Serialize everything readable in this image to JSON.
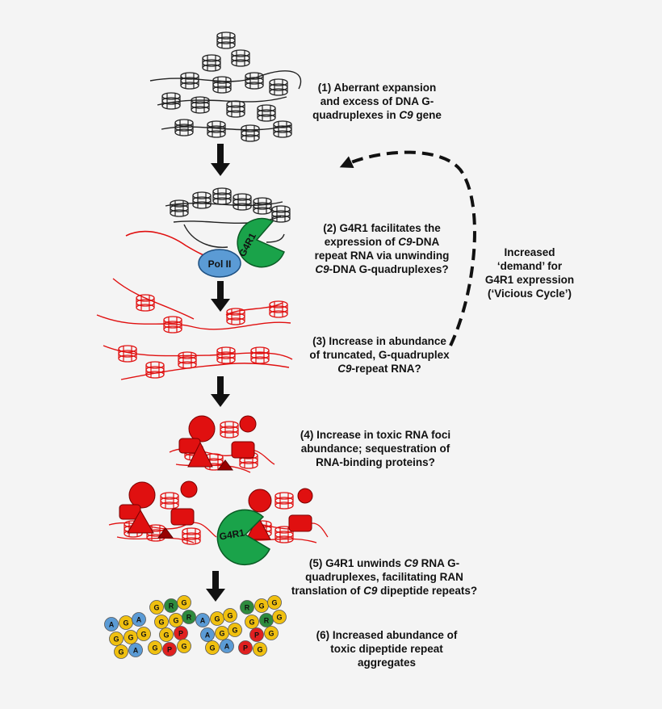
{
  "steps": [
    {
      "lines": [
        [
          "(1) Aberrant expansion"
        ],
        [
          "and excess of DNA G-"
        ],
        [
          "quadruplexes in ",
          {
            "i": "C9"
          },
          " gene"
        ]
      ]
    },
    {
      "lines": [
        [
          "(2) G4R1 facilitates the"
        ],
        [
          "expression of ",
          {
            "i": "C9"
          },
          "-DNA"
        ],
        [
          "repeat RNA via unwinding"
        ],
        [
          {
            "i": "C9"
          },
          "-DNA G-quadruplexes?"
        ]
      ]
    },
    {
      "lines": [
        [
          "(3) Increase in abundance"
        ],
        [
          "of truncated, G-quadruplex"
        ],
        [
          {
            "i": "C9"
          },
          "-repeat RNA?"
        ]
      ]
    },
    {
      "lines": [
        [
          "(4) Increase in toxic RNA foci"
        ],
        [
          "abundance; sequestration of"
        ],
        [
          "RNA-binding proteins?"
        ]
      ]
    },
    {
      "lines": [
        [
          "(5) G4R1 unwinds ",
          {
            "i": "C9"
          },
          " RNA G-"
        ],
        [
          "quadruplexes, facilitating RAN"
        ],
        [
          "translation of ",
          {
            "i": "C9"
          },
          " dipeptide repeats?"
        ]
      ]
    },
    {
      "lines": [
        [
          "(6) Increased  abundance of"
        ],
        [
          "toxic dipeptide repeat"
        ],
        [
          "aggregates"
        ]
      ]
    }
  ],
  "loop_label": {
    "lines": [
      [
        "Increased"
      ],
      [
        "‘demand’ for"
      ],
      [
        "G4R1 expression"
      ],
      [
        "(‘Vicious Cycle’)"
      ]
    ]
  },
  "proteins": {
    "pol2": "Pol II",
    "g4r1_top": "G4R1",
    "g4r1_bottom": "G4R1"
  },
  "dipeptide_groups": [
    [
      [
        "A",
        "#5b9bd5"
      ],
      [
        "G",
        "#f0c010"
      ],
      [
        "A",
        "#5b9bd5"
      ],
      [
        "G",
        "#f0c010"
      ],
      [
        "G",
        "#f0c010"
      ],
      [
        "G",
        "#f0c010"
      ],
      [
        "G",
        "#f0c010"
      ],
      [
        "A",
        "#5b9bd5"
      ]
    ],
    [
      [
        "G",
        "#f0c010"
      ],
      [
        "R",
        "#2e8b3e"
      ],
      [
        "G",
        "#f0c010"
      ],
      [
        "G",
        "#f0c010"
      ],
      [
        "G",
        "#f0c010"
      ],
      [
        "R",
        "#2e8b3e"
      ],
      [
        "G",
        "#f0c010"
      ],
      [
        "P",
        "#e02020"
      ],
      [
        "G",
        "#f0c010"
      ],
      [
        "P",
        "#e02020"
      ],
      [
        "G",
        "#f0c010"
      ]
    ],
    [
      [
        "A",
        "#5b9bd5"
      ],
      [
        "G",
        "#f0c010"
      ],
      [
        "G",
        "#f0c010"
      ],
      [
        "A",
        "#5b9bd5"
      ],
      [
        "G",
        "#f0c010"
      ],
      [
        "G",
        "#f0c010"
      ],
      [
        "G",
        "#f0c010"
      ],
      [
        "A",
        "#5b9bd5"
      ]
    ],
    [
      [
        "R",
        "#2e8b3e"
      ],
      [
        "G",
        "#f0c010"
      ],
      [
        "G",
        "#f0c010"
      ],
      [
        "G",
        "#f0c010"
      ],
      [
        "R",
        "#2e8b3e"
      ],
      [
        "G",
        "#f0c010"
      ],
      [
        "P",
        "#e02020"
      ],
      [
        "G",
        "#f0c010"
      ],
      [
        "P",
        "#e02020"
      ],
      [
        "G",
        "#f0c010"
      ]
    ]
  ],
  "colors": {
    "rna": "#e01010",
    "dna": "#222222",
    "pol2": "#5b9bd5",
    "g4r1": "#1aa34a",
    "arrow": "#111111",
    "g": "#f0c010",
    "a": "#5b9bd5",
    "r": "#2e8b3e",
    "p": "#e02020"
  }
}
